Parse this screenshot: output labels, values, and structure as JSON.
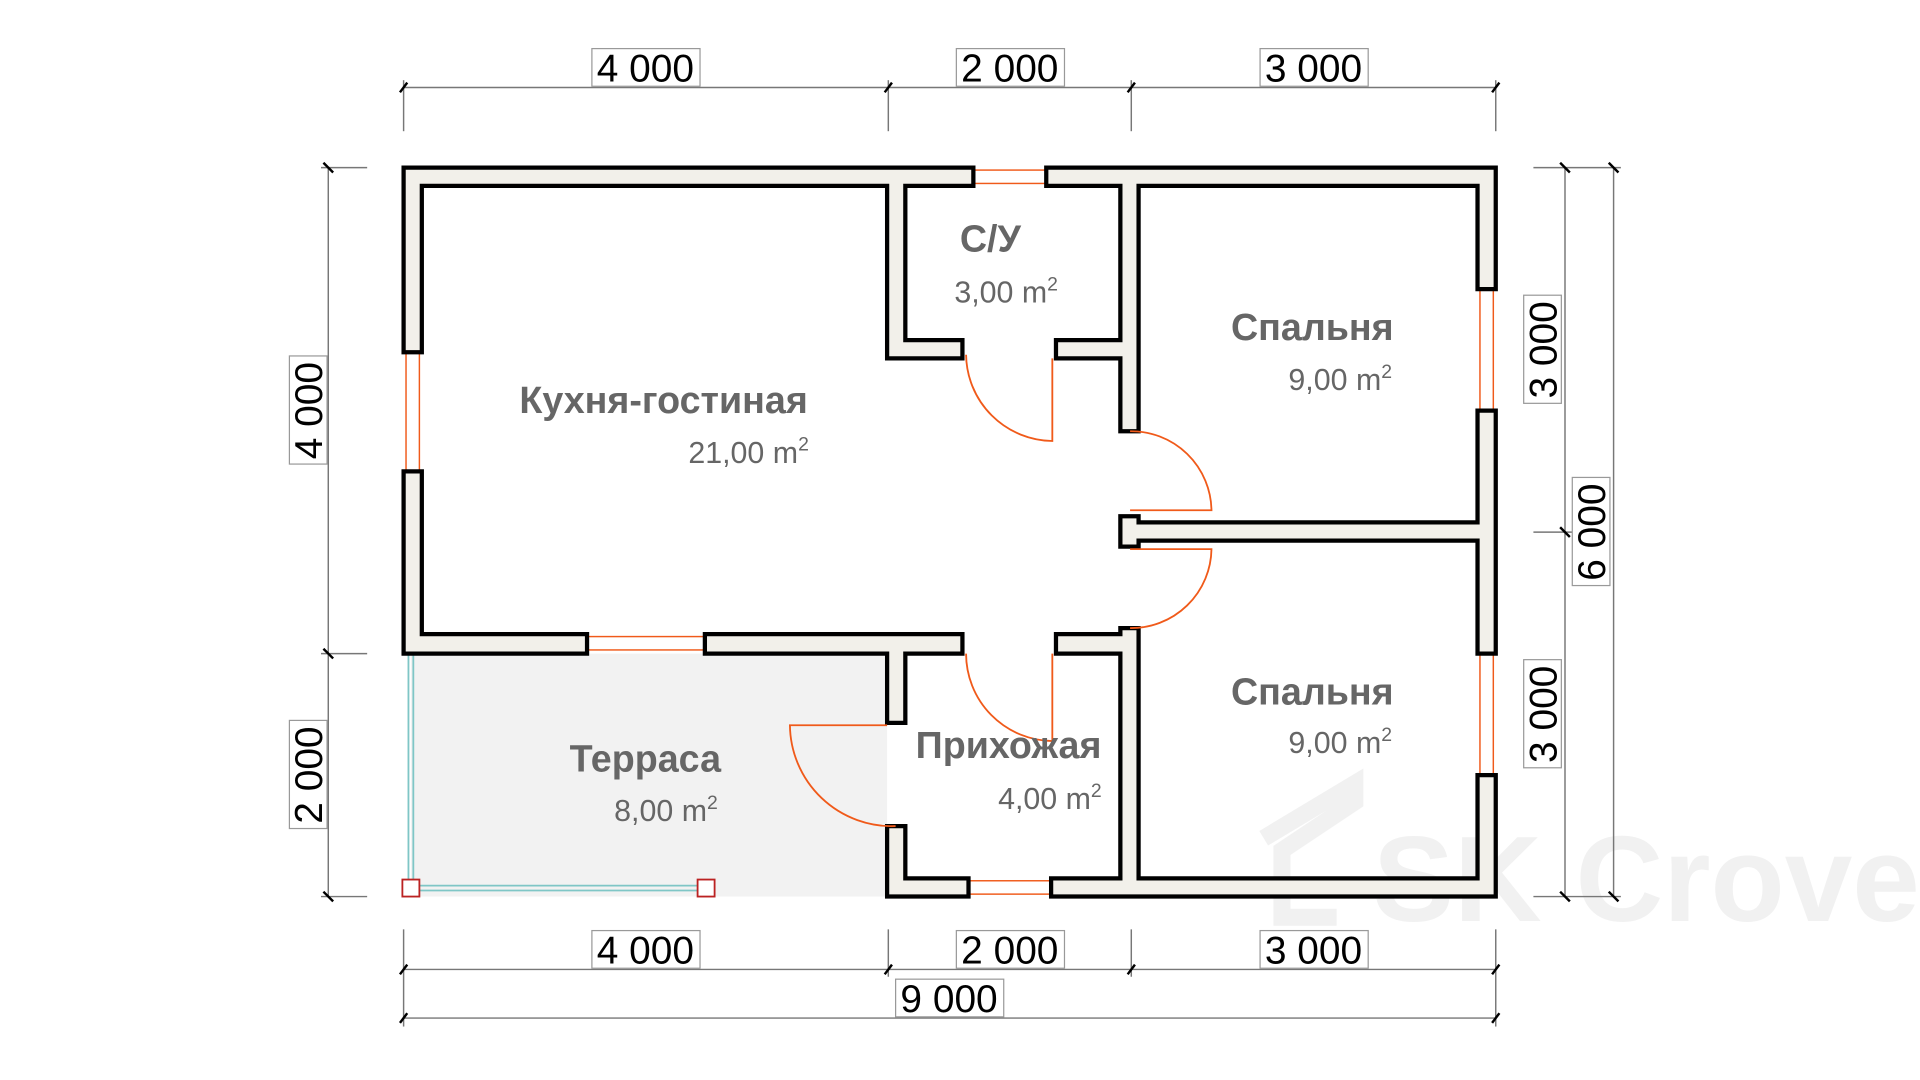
{
  "rooms": [
    {
      "name": "Кухня-гостиная",
      "area": "21,00",
      "unit": "m",
      "sup": "2"
    },
    {
      "name": "С/У",
      "area": "3,00",
      "unit": "m",
      "sup": "2"
    },
    {
      "name": "Спальня",
      "area": "9,00",
      "unit": "m",
      "sup": "2"
    },
    {
      "name": "Спальня",
      "area": "9,00",
      "unit": "m",
      "sup": "2"
    },
    {
      "name": "Терраса",
      "area": "8,00",
      "unit": "m",
      "sup": "2"
    },
    {
      "name": "Прихожая",
      "area": "4,00",
      "unit": "m",
      "sup": "2"
    }
  ],
  "dimensions": {
    "top": [
      "4 000",
      "2 000",
      "3 000"
    ],
    "bottom": [
      "4 000",
      "2 000",
      "3 000"
    ],
    "total_width": "9 000",
    "left": [
      "4 000",
      "2 000"
    ],
    "right": [
      "3 000",
      "3 000"
    ],
    "total_height": "6 000"
  },
  "watermark": "SK Croves",
  "colors": {
    "wall_fill": "#f2f0ea",
    "door_window": "#f05a1a",
    "terrace": "#f2f2f2",
    "text": "#666666"
  }
}
